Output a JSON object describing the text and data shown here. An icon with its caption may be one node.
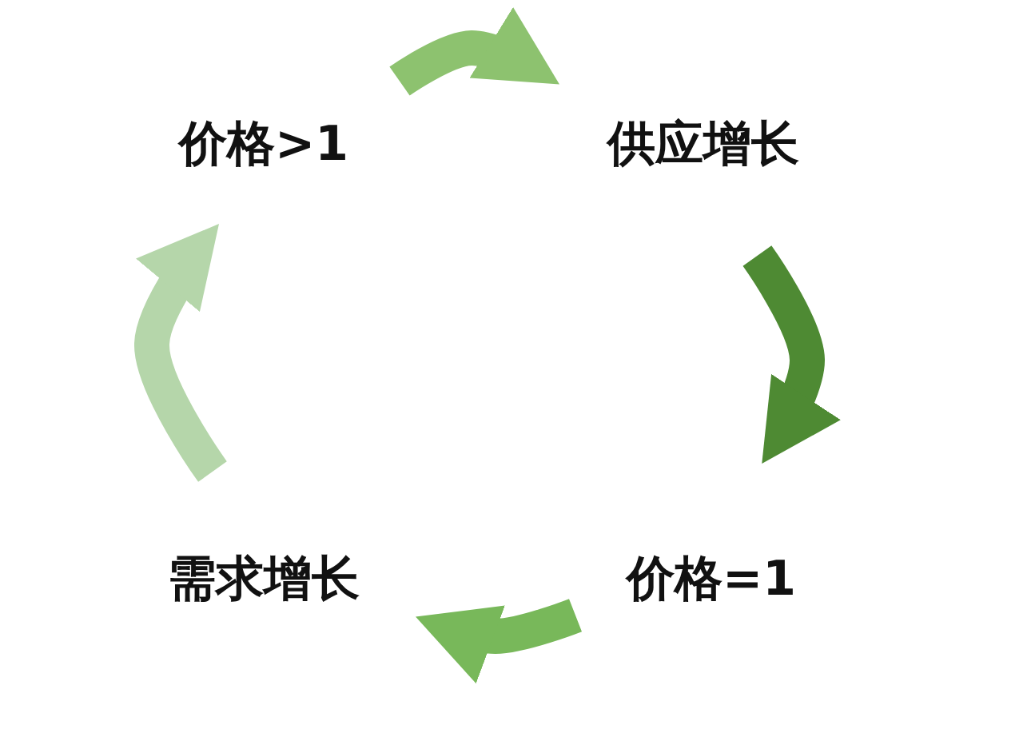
{
  "diagram": {
    "nodes": [
      {
        "text": [
          "价格>1"
        ]
      },
      {
        "text": [
          "供应增长"
        ]
      },
      {
        "text": [
          "价格=1"
        ]
      },
      {
        "text": [
          "需求增长"
        ]
      }
    ],
    "edges": [
      {
        "from": 0,
        "to": 1,
        "arrow": "to",
        "color": "#8dc26f"
      },
      {
        "from": 1,
        "to": 2,
        "arrow": "to",
        "color": "#4e8a33"
      },
      {
        "from": 2,
        "to": 3,
        "arrow": "to",
        "color": "#78b85a"
      },
      {
        "from": 3,
        "to": 0,
        "arrow": "to",
        "color": "#b5d6aa"
      }
    ]
  }
}
